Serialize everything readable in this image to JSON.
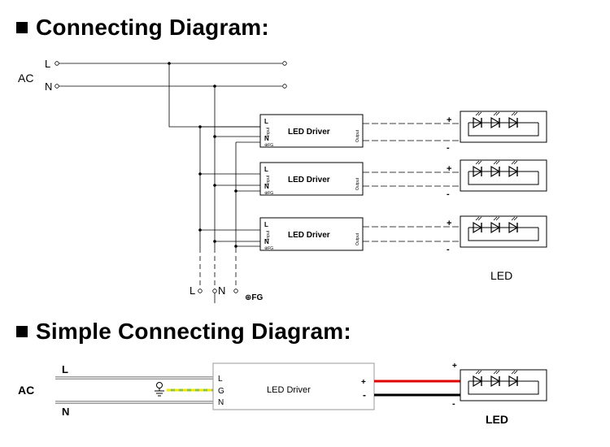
{
  "headings": {
    "connecting": "Connecting Diagram:",
    "simple": "Simple Connecting Diagram:"
  },
  "diagram1": {
    "ac_label": "AC",
    "line_label": "L",
    "neutral_label": "N",
    "drivers": [
      {
        "name": "LED Driver",
        "in_l": "L",
        "in_n": "N",
        "fg": "⊕FG",
        "input_tag": "Input",
        "output_tag": "Output",
        "plus": "+",
        "minus": "-"
      },
      {
        "name": "LED Driver",
        "in_l": "L",
        "in_n": "N",
        "fg": "⊕FG",
        "input_tag": "Input",
        "output_tag": "Output",
        "plus": "+",
        "minus": "-"
      },
      {
        "name": "LED Driver",
        "in_l": "L",
        "in_n": "N",
        "fg": "⊕FG",
        "input_tag": "Input",
        "output_tag": "Output",
        "plus": "+",
        "minus": "-"
      }
    ],
    "bus_l": "L",
    "bus_n": "N",
    "bus_fg": "⊕FG",
    "led_label": "LED"
  },
  "diagram2": {
    "ac_label": "AC",
    "line_label": "L",
    "neutral_label": "N",
    "driver_name": "LED Driver",
    "in_l": "L",
    "in_g": "G",
    "in_n": "N",
    "plus": "+",
    "minus": "-",
    "led_plus": "+",
    "led_minus": "-",
    "led_label": "LED",
    "colors": {
      "positive_wire": "#e00000",
      "negative_wire": "#000000",
      "ground_wire": "#8cc63f",
      "ground_wire_2": "#f2e600"
    }
  }
}
